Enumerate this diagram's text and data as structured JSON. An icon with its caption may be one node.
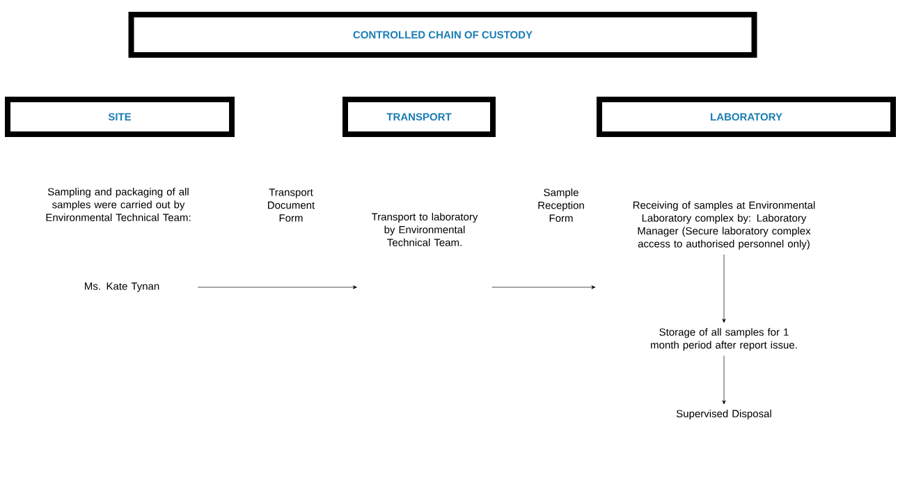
{
  "diagram": {
    "nodes": [
      {
        "text": [
          "CONTROLLED CHAIN OF CUSTODY"
        ]
      },
      {
        "text": [
          "SITE"
        ]
      },
      {
        "text": [
          "TRANSPORT"
        ]
      },
      {
        "text": [
          "LABORATORY"
        ]
      },
      {
        "text": [
          "Sampling and packaging of all samples were carried out by Environmental Technical Team:"
        ]
      },
      {
        "text": [
          "Ms. Kate Tynan"
        ]
      },
      {
        "text": [
          "Transport to laboratory by Environmental Technical Team."
        ]
      },
      {
        "text": [
          "Receiving of samples at Environmental Laboratory complex by: Laboratory Manager (Secure laboratory complex access to authorised personnel only)"
        ]
      },
      {
        "text": [
          "Storage of all samples for 1 month period after report issue."
        ]
      },
      {
        "text": [
          "Supervised Disposal"
        ]
      }
    ],
    "edges": [
      {
        "from": 5,
        "to": 6,
        "arrow": "to"
      },
      {
        "from": 6,
        "to": 7,
        "arrow": "to"
      },
      {
        "from": 7,
        "to": 8,
        "arrow": "to"
      },
      {
        "from": 8,
        "to": 9,
        "arrow": "to"
      }
    ],
    "labels": [
      "Transport Document Form",
      "Sample Reception Form"
    ]
  }
}
